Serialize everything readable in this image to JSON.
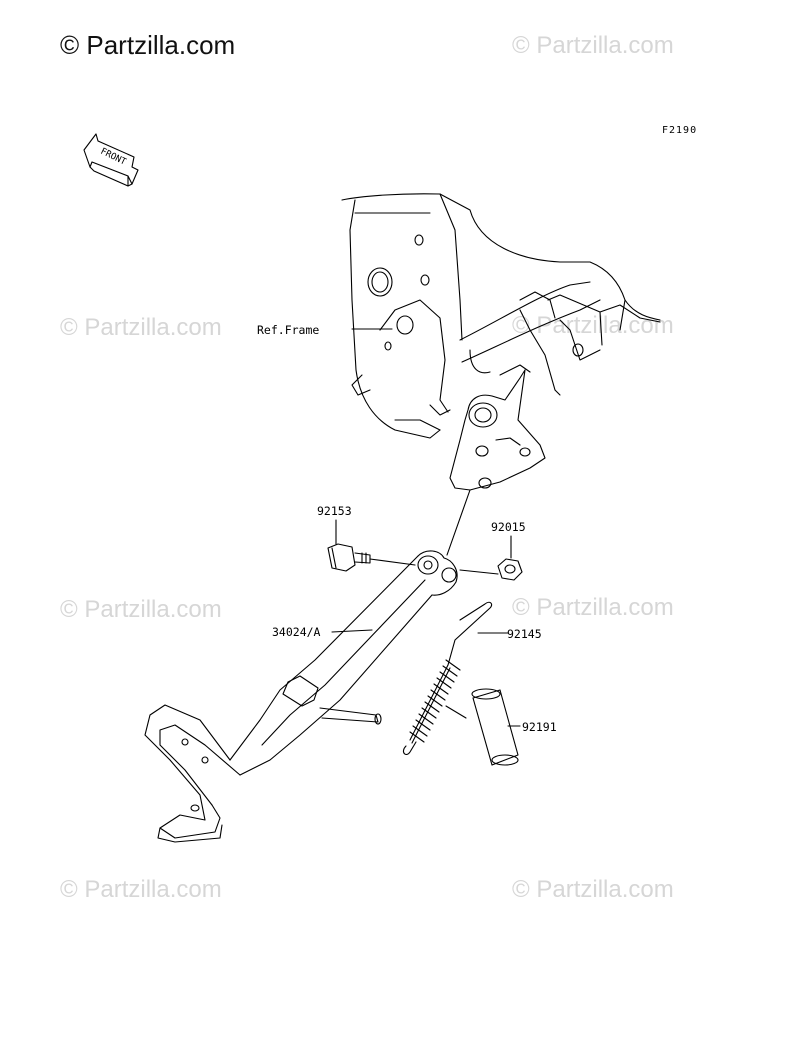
{
  "header": {
    "copyright": "© Partzilla.com",
    "diagram_code": "F2190"
  },
  "watermarks": [
    "© Partzilla.com",
    "© Partzilla.com",
    "© Partzilla.com",
    "© Partzilla.com",
    "© Partzilla.com",
    "© Partzilla.com",
    "© Partzilla.com"
  ],
  "front_badge": "FRONT",
  "callouts": {
    "ref_frame": "Ref.Frame",
    "bolt": "92153",
    "nut": "92015",
    "stand": "34024/A",
    "spring": "92145",
    "sleeve": "92191"
  }
}
